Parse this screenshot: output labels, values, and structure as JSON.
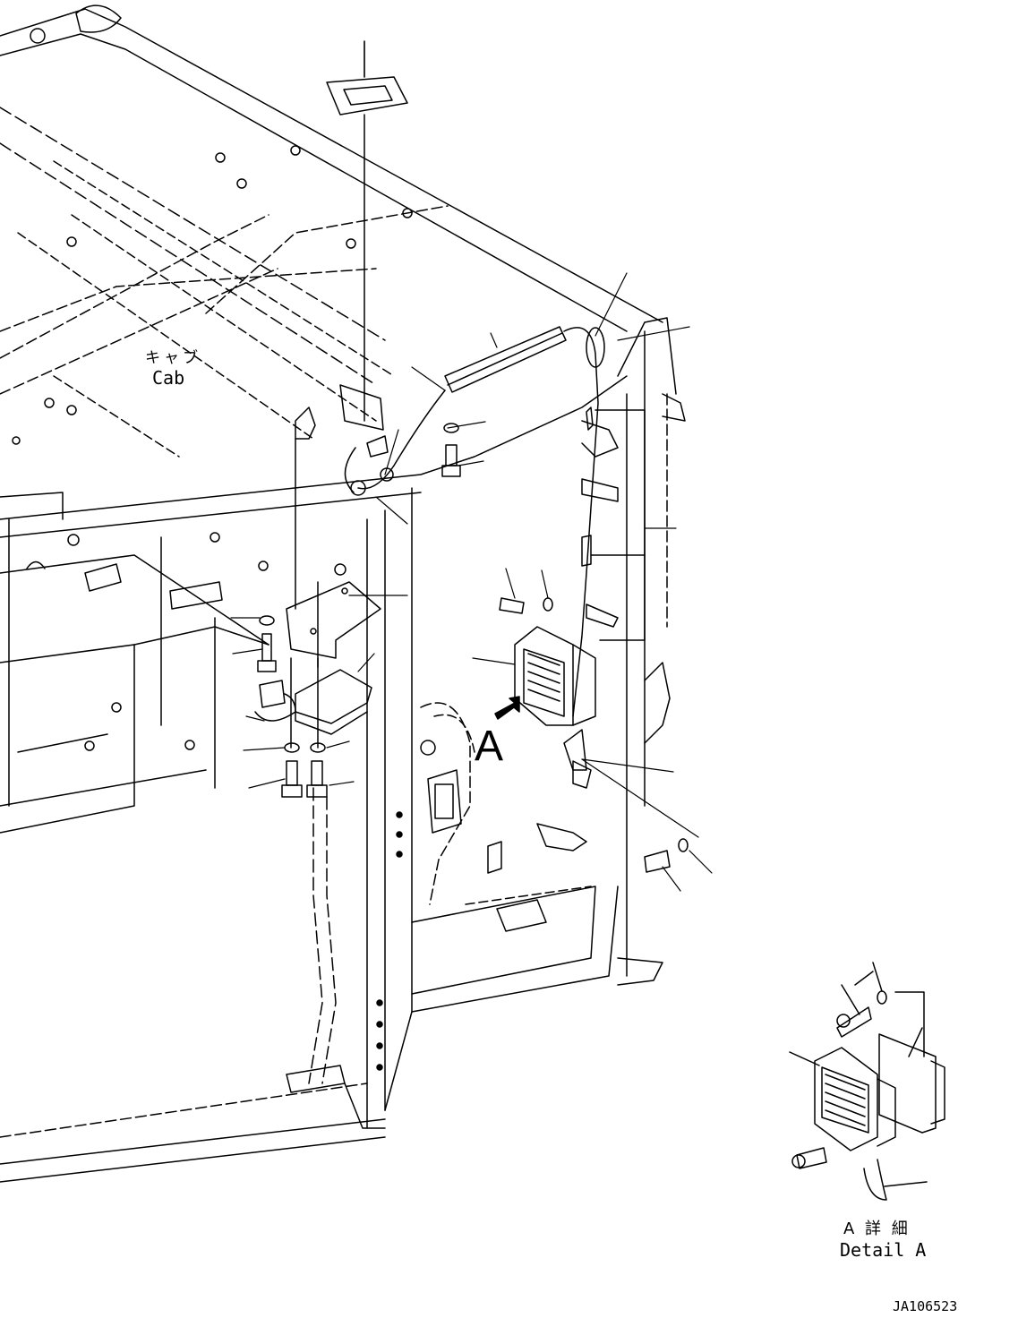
{
  "labels": {
    "cab_jp": "キャブ",
    "cab_en": "Cab",
    "view_letter": "A",
    "detail_jp": "A 詳 細",
    "detail_en": "Detail A",
    "drawing_id": "JA106523"
  }
}
